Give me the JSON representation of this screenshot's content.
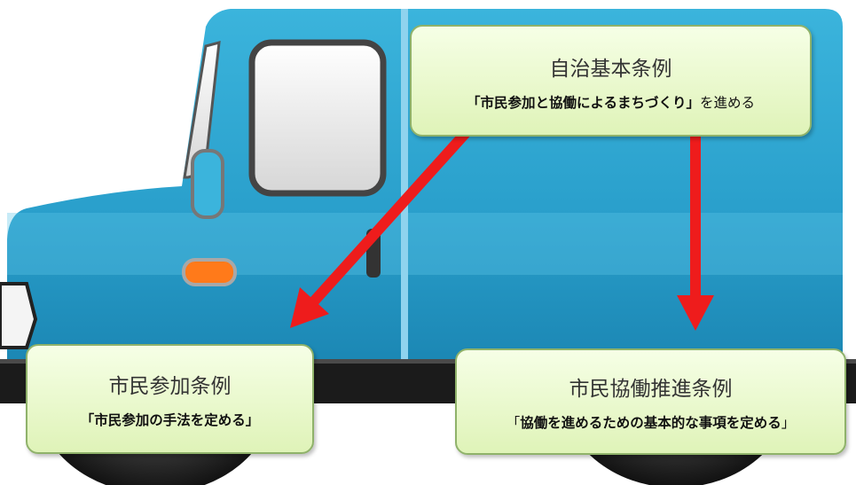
{
  "colors": {
    "truck_body": "#2aa0cc",
    "truck_highlight": "#5fc6e8",
    "arrow": "#ee1c1c",
    "box_fill": "#e6f7c8",
    "box_border": "#8fb26a",
    "tire": "#1a1a1a"
  },
  "top_box": {
    "title": "自治基本条例",
    "open_quote": "「",
    "emphasis": "市民参加と協働によるまちづくり",
    "close_quote": "」",
    "suffix": "を進める"
  },
  "left_box": {
    "title": "市民参加条例",
    "text": "「市民参加の手法を定める」"
  },
  "right_box": {
    "title": "市民協働推進条例",
    "open_quote": "「",
    "emphasis": "協働を進めるための基本的な事項を定める",
    "close_quote": "」"
  }
}
